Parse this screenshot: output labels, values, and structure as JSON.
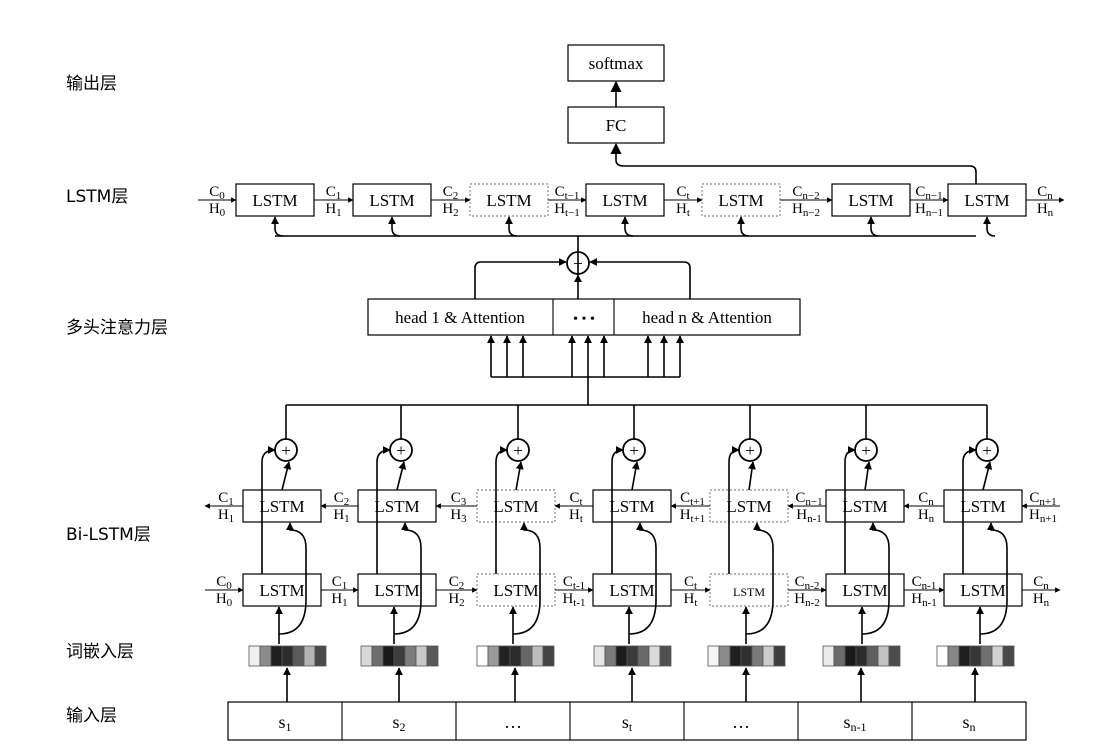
{
  "layers": {
    "output": "输出层",
    "lstm": "LSTM层",
    "attention": "多头注意力层",
    "bilstm": "Bi-LSTM层",
    "embedding": "词嵌入层",
    "input": "输入层"
  },
  "softmax": "softmax",
  "fc": "FC",
  "lstm_label": "LSTM",
  "attention_heads": [
    "head 1 & Attention",
    "• • •",
    "head n & Attention"
  ],
  "top_lstm": {
    "dashed": [
      false,
      false,
      true,
      false,
      true,
      false,
      false
    ],
    "labels": [
      {
        "c": "C",
        "cs": "0",
        "h": "H",
        "hs": "0"
      },
      {
        "c": "C",
        "cs": "1",
        "h": "H",
        "hs": "1"
      },
      {
        "c": "C",
        "cs": "2",
        "h": "H",
        "hs": "2"
      },
      {
        "c": "C",
        "cs": "t−1",
        "h": "H",
        "hs": "t−1"
      },
      {
        "c": "C",
        "cs": "t",
        "h": "H",
        "hs": "t"
      },
      {
        "c": "C",
        "cs": "n−2",
        "h": "H",
        "hs": "n−2"
      },
      {
        "c": "C",
        "cs": "n−1",
        "h": "H",
        "hs": "n−1"
      },
      {
        "c": "C",
        "cs": "n",
        "h": "H",
        "hs": "n"
      }
    ]
  },
  "backward_lstm": {
    "dashed": [
      false,
      false,
      true,
      false,
      true,
      false,
      false
    ],
    "labels": [
      {
        "c": "C",
        "cs": "1",
        "h": "H",
        "hs": "1"
      },
      {
        "c": "C",
        "cs": "2",
        "h": "H",
        "hs": "1"
      },
      {
        "c": "C",
        "cs": "3",
        "h": "H",
        "hs": "3"
      },
      {
        "c": "C",
        "cs": "t",
        "h": "H",
        "hs": "t"
      },
      {
        "c": "C",
        "cs": "t+1",
        "h": "H",
        "hs": "t+1"
      },
      {
        "c": "C",
        "cs": "n−1",
        "h": "H",
        "hs": "n-1"
      },
      {
        "c": "C",
        "cs": "n",
        "h": "H",
        "hs": "n"
      },
      {
        "c": "C",
        "cs": "n+1",
        "h": "H",
        "hs": "n+1"
      }
    ]
  },
  "forward_lstm": {
    "dashed": [
      false,
      false,
      true,
      false,
      true,
      false,
      false
    ],
    "small_label_index": 4,
    "labels": [
      {
        "c": "C",
        "cs": "0",
        "h": "H",
        "hs": "0"
      },
      {
        "c": "C",
        "cs": "1",
        "h": "H",
        "hs": "1"
      },
      {
        "c": "C",
        "cs": "2",
        "h": "H",
        "hs": "2"
      },
      {
        "c": "C",
        "cs": "t-1",
        "h": "H",
        "hs": "t-1"
      },
      {
        "c": "C",
        "cs": "t",
        "h": "H",
        "hs": "t"
      },
      {
        "c": "C",
        "cs": "n-2",
        "h": "H",
        "hs": "n-2"
      },
      {
        "c": "C",
        "cs": "n-1",
        "h": "H",
        "hs": "n-1"
      },
      {
        "c": "C",
        "cs": "n",
        "h": "H",
        "hs": "n"
      }
    ]
  },
  "embedding_shades": [
    [
      "#f0f0f0",
      "#8c8c8c",
      "#1e1e1e",
      "#2d2d2d",
      "#5a5a5a",
      "#b4b4b4",
      "#4a4a4a"
    ],
    [
      "#d8d8d8",
      "#6e6e6e",
      "#1a1a1a",
      "#3c3c3c",
      "#7d7d7d",
      "#c8c8c8",
      "#5a5a5a"
    ],
    [
      "#ffffff",
      "#9a9a9a",
      "#222222",
      "#2a2a2a",
      "#666666",
      "#bdbdbd",
      "#444444"
    ],
    [
      "#e6e6e6",
      "#7a7a7a",
      "#1c1c1c",
      "#3a3a3a",
      "#6a6a6a",
      "#dcdcdc",
      "#505050"
    ],
    [
      "#f5f5f5",
      "#8a8a8a",
      "#202020",
      "#303030",
      "#7a7a7a",
      "#cccccc",
      "#3e3e3e"
    ],
    [
      "#eaeaea",
      "#6a6a6a",
      "#1a1a1a",
      "#2c2c2c",
      "#5e5e5e",
      "#c2c2c2",
      "#4c4c4c"
    ],
    [
      "#ffffff",
      "#888888",
      "#1e1e1e",
      "#363636",
      "#707070",
      "#d2d2d2",
      "#484848"
    ]
  ],
  "inputs": [
    {
      "base": "s",
      "sub": "1"
    },
    {
      "base": "s",
      "sub": "2"
    },
    {
      "base": "…",
      "sub": ""
    },
    {
      "base": "s",
      "sub": "t"
    },
    {
      "base": "…",
      "sub": ""
    },
    {
      "base": "s",
      "sub": "n-1"
    },
    {
      "base": "s",
      "sub": "n"
    }
  ]
}
